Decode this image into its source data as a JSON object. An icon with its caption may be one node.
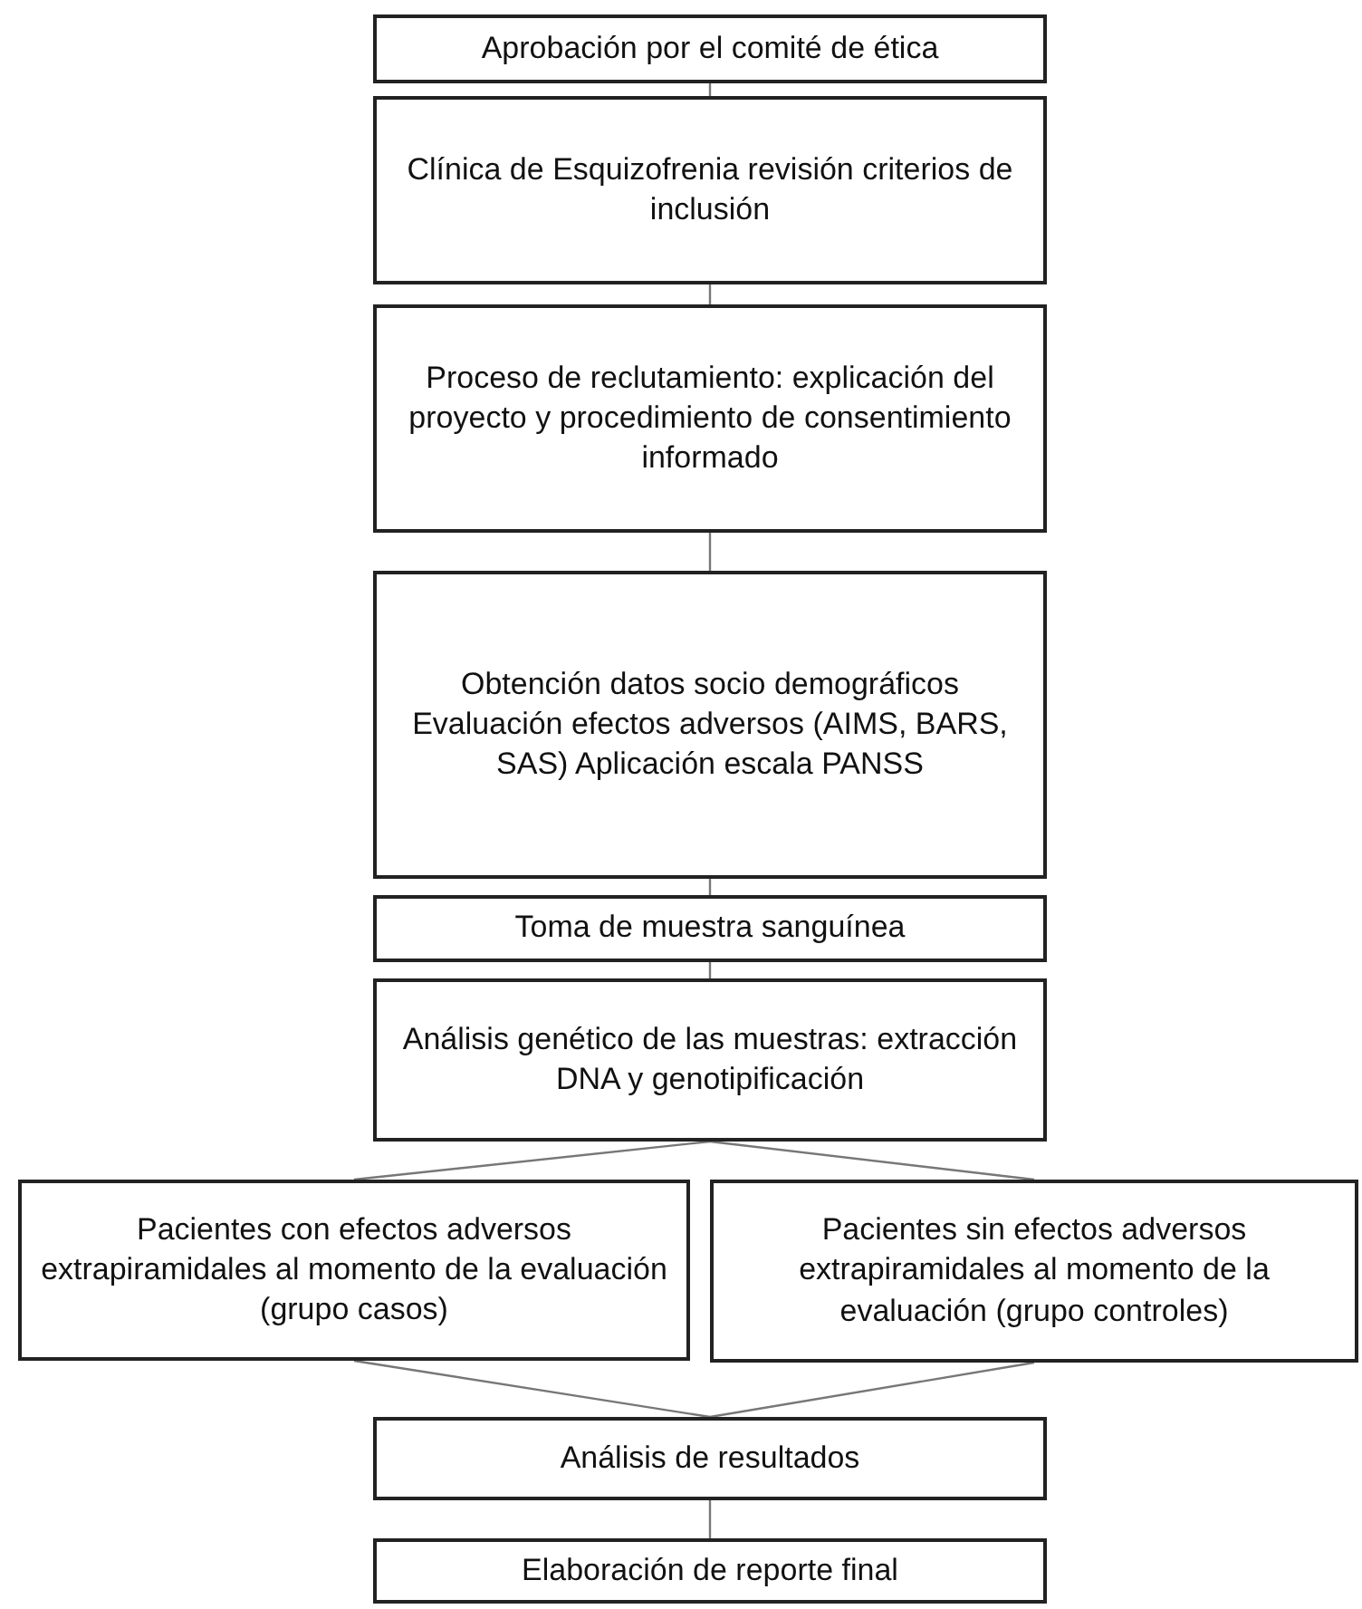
{
  "diagram": {
    "nodes": [
      {
        "text": [
          "Aprobación por el comité de ética"
        ]
      },
      {
        "text": [
          "Clínica de Esquizofrenia revisión criterios de inclusión"
        ]
      },
      {
        "text": [
          "Proceso de reclutamiento: explicación del proyecto y procedimiento de consentimiento informado"
        ]
      },
      {
        "text": [
          "Obtención datos socio demográficos Evaluación efectos adversos (AIMS, BARS, SAS) Aplicación escala PANSS"
        ]
      },
      {
        "text": [
          "Toma de muestra sanguínea"
        ]
      },
      {
        "text": [
          "Análisis genético de las muestras: extracción DNA y genotipificación"
        ]
      },
      {
        "text": [
          "Pacientes con efectos adversos extrapiramidales al momento de la evaluación (grupo casos)"
        ]
      },
      {
        "text": [
          "Pacientes sin efectos adversos extrapiramidales al momento de la evaluación (grupo controles)"
        ]
      },
      {
        "text": [
          "Análisis de resultados"
        ]
      },
      {
        "text": [
          "Elaboración de reporte final"
        ]
      }
    ],
    "edges": [
      {
        "from": 0,
        "to": 1,
        "arrow": "none"
      },
      {
        "from": 1,
        "to": 2,
        "arrow": "none"
      },
      {
        "from": 2,
        "to": 3,
        "arrow": "none"
      },
      {
        "from": 3,
        "to": 4,
        "arrow": "none"
      },
      {
        "from": 4,
        "to": 5,
        "arrow": "none"
      },
      {
        "from": 5,
        "to": 6,
        "arrow": "none"
      },
      {
        "from": 5,
        "to": 7,
        "arrow": "none"
      },
      {
        "from": 6,
        "to": 8,
        "arrow": "none"
      },
      {
        "from": 7,
        "to": 8,
        "arrow": "none"
      },
      {
        "from": 8,
        "to": 9,
        "arrow": "none"
      }
    ]
  }
}
